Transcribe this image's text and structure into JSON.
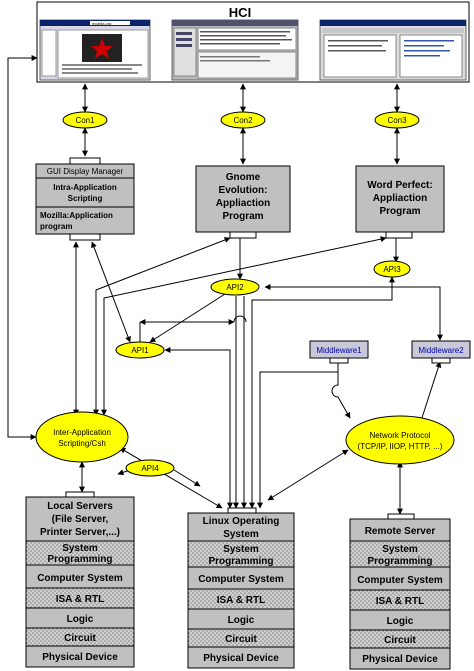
{
  "hci": {
    "title": "HCI"
  },
  "connectors": {
    "con1": "Con1",
    "con2": "Con2",
    "con3": "Con3"
  },
  "apis": {
    "api1": "API1",
    "api2": "API2",
    "api3": "API3",
    "api4": "API4"
  },
  "gui_manager": {
    "title": "GUI Display Manager",
    "row1": [
      "Intra-Application",
      "Scripting"
    ],
    "row2": [
      "Mozilla:Application",
      "program"
    ]
  },
  "gnome": {
    "lines": [
      "Gnome",
      "Evolution:",
      "Appliaction",
      "Program"
    ]
  },
  "wordperfect": {
    "lines": [
      "Word Perfect:",
      "Appliaction",
      "Program"
    ]
  },
  "middleware": {
    "mw1": "Middleware1",
    "mw2": "Middleware2"
  },
  "inter_app": {
    "lines": [
      "Inter-Application",
      "Scripting/Csh"
    ]
  },
  "network": {
    "lines": [
      "Network Protocol",
      "(TCP/IP, IIOP, HTTP, ...)"
    ]
  },
  "stacks": {
    "local": {
      "title": [
        "Local Servers",
        "(File Server,",
        "Printer Server,...)"
      ],
      "layers": [
        [
          "System",
          "Programming"
        ],
        [
          "Computer System"
        ],
        [
          "ISA & RTL"
        ],
        [
          "Logic"
        ],
        [
          "Circuit"
        ],
        [
          "Physical Device"
        ]
      ]
    },
    "linux": {
      "title": [
        "Linux Operating",
        "System"
      ],
      "layers": [
        [
          "System",
          "Programming"
        ],
        [
          "Computer System"
        ],
        [
          "ISA & RTL"
        ],
        [
          "Logic"
        ],
        [
          "Circuit"
        ],
        [
          "Physical Device"
        ]
      ]
    },
    "remote": {
      "title": [
        "Remote Server"
      ],
      "layers": [
        [
          "System",
          "Programming"
        ],
        [
          "Computer System"
        ],
        [
          "ISA & RTL"
        ],
        [
          "Logic"
        ],
        [
          "Circuit"
        ],
        [
          "Physical Device"
        ]
      ]
    }
  },
  "screenshots": {
    "browser_url": "mozilla.org"
  }
}
